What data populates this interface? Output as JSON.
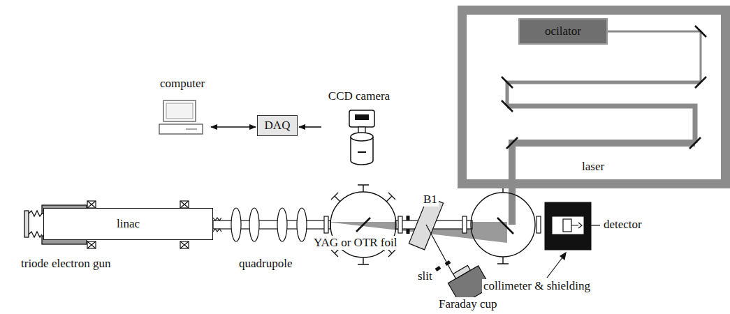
{
  "diagram": {
    "nodes": [
      {
        "text": [
          "computer"
        ]
      },
      {
        "text": [
          "DAQ"
        ]
      },
      {
        "text": [
          "CCD camera"
        ]
      },
      {
        "text": [
          "laser"
        ]
      },
      {
        "text": [
          "ocilator"
        ],
        "in": 3
      },
      {
        "text": [
          "linac"
        ]
      }
    ],
    "edges": [
      {
        "from": 0,
        "to": 1,
        "arrow": "both"
      },
      {
        "from": 2,
        "to": 1,
        "arrow": "to"
      }
    ],
    "labels": [
      "triode electron gun",
      "quadrupole",
      "YAG or OTR foil",
      "B1",
      "slit",
      "Faraday cup",
      "detector",
      "collimeter & shielding"
    ]
  }
}
